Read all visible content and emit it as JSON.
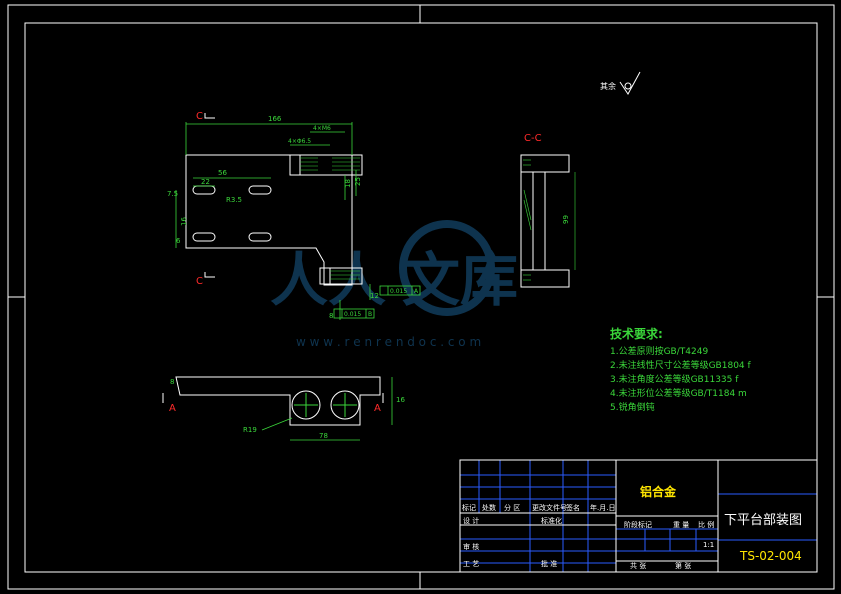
{
  "drawing": {
    "finish_symbol_label": "其余",
    "section_cc_title": "C-C",
    "section_c_top": "C",
    "section_c_bottom": "C",
    "section_a_left": "A",
    "section_a_right": "A",
    "dims_main": {
      "overall_width": "166",
      "slot_pitch": "56",
      "slot_offset": "22",
      "left_offset": "7.5",
      "slot_width": "R3.5",
      "height_small": "16",
      "side_dim": "6",
      "bracket_dim": "4×M6",
      "depth_dim": "4×Φ6.5",
      "right_h1": "18",
      "right_h2": "25",
      "tol_parallel": "0.015",
      "tol_datum_a": "A",
      "tol_flat": "0.015",
      "tol_datum_b": "B",
      "right_small1": "12",
      "right_small2": "8"
    },
    "dims_cc": {
      "height": "99"
    },
    "dims_bottom": {
      "arc_radius": "R19",
      "width": "78",
      "height": "16",
      "thickness": "8"
    },
    "tech_requirements": {
      "title": "技术要求:",
      "items": [
        "1.公差原则按GB/T4249",
        "2.未注线性尺寸公差等级GB1804 f",
        "3.未注角度公差等级GB11335 f",
        "4.未注形位公差等级GB/T1184 m",
        "5.锐角倒钝"
      ]
    },
    "watermark": {
      "text_left": "人人",
      "text_right": "文库",
      "url": "w w w . r e n r e n d o c . c o m"
    },
    "title_block": {
      "material": "铝合金",
      "drawing_name": "下平台部装图",
      "drawing_number": "TS-02-004",
      "header_cells": [
        "标记",
        "处数",
        "分 区",
        "更改文件号",
        "签名",
        "年.月.日"
      ],
      "design_label": "设 计",
      "standardize_label": "标准化",
      "review_label": "审 核",
      "process_label": "工 艺",
      "approve_label": "批 准",
      "stage_label": "阶段标记",
      "weight_label": "重 量",
      "scale_label": "比 例",
      "scale_value": "1:1",
      "sheet_total_label": "共   张",
      "sheet_label": "第   张"
    }
  }
}
